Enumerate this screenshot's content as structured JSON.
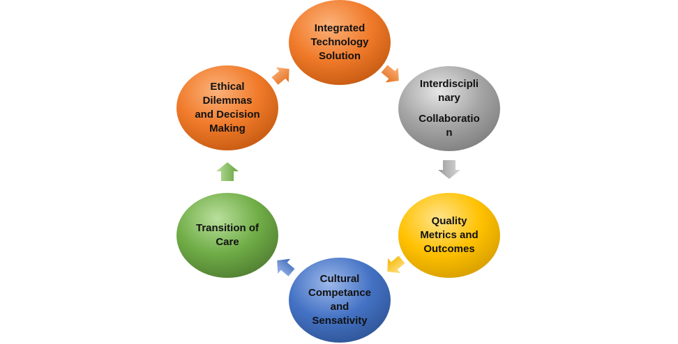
{
  "colors": {
    "orange": "#f07a2a",
    "gray": "#a5a5a5",
    "yellow": "#ffc100",
    "blue": "#4472c4",
    "green": "#70ad47"
  },
  "nodes": [
    {
      "id": "integrated-technology",
      "lines": [
        "Integrated",
        "Technology",
        "Solution"
      ],
      "color": "orange"
    },
    {
      "id": "interdisciplinary",
      "lines": [
        "Interdiscipli",
        "nary"
      ],
      "lines2": [
        "Collaboratio",
        "n"
      ],
      "color": "gray"
    },
    {
      "id": "quality-metrics",
      "lines": [
        "Quality",
        "Metrics and",
        "Outcomes"
      ],
      "color": "yellow"
    },
    {
      "id": "cultural-competance",
      "lines": [
        "Cultural",
        "Competance",
        "and",
        "Sensativity"
      ],
      "color": "blue"
    },
    {
      "id": "transition-of-care",
      "lines": [
        "Transition of",
        "Care"
      ],
      "color": "green"
    },
    {
      "id": "ethical-dilemmas",
      "lines": [
        "Ethical",
        "Dilemmas",
        "and Decision",
        "Making"
      ],
      "color": "orange"
    }
  ]
}
